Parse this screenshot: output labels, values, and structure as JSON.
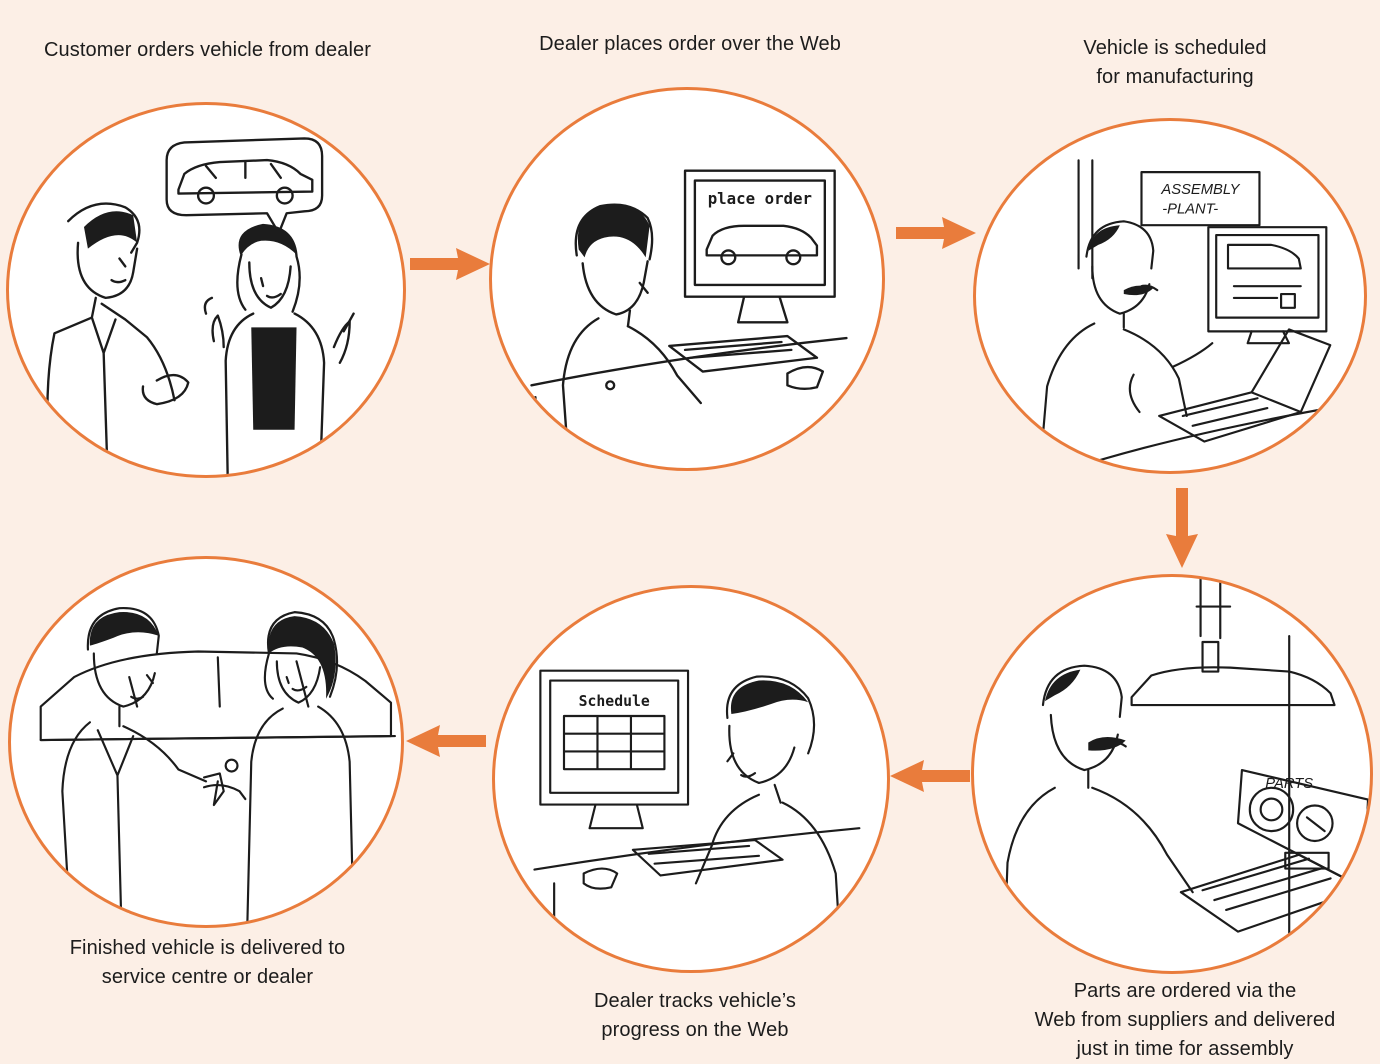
{
  "steps": [
    {
      "caption": "Customer orders vehicle from dealer"
    },
    {
      "caption": "Dealer places order over the Web",
      "screen_label": "place order"
    },
    {
      "caption": "Vehicle is scheduled\nfor manufacturing",
      "sign_label": "ASSEMBLY\n-PLANT-"
    },
    {
      "caption": "Parts are ordered via the\nWeb from suppliers and delivered\njust in time for assembly",
      "screen_label": "PARTS"
    },
    {
      "caption": "Dealer tracks vehicle’s\nprogress on the Web",
      "screen_label": "Schedule"
    },
    {
      "caption": "Finished vehicle is delivered to\nservice centre or dealer"
    }
  ],
  "colors": {
    "background": "#fcefe6",
    "accent": "#e97c3c",
    "ink": "#1c1c1c"
  },
  "icons": {
    "arrow": "arrow-icon"
  }
}
